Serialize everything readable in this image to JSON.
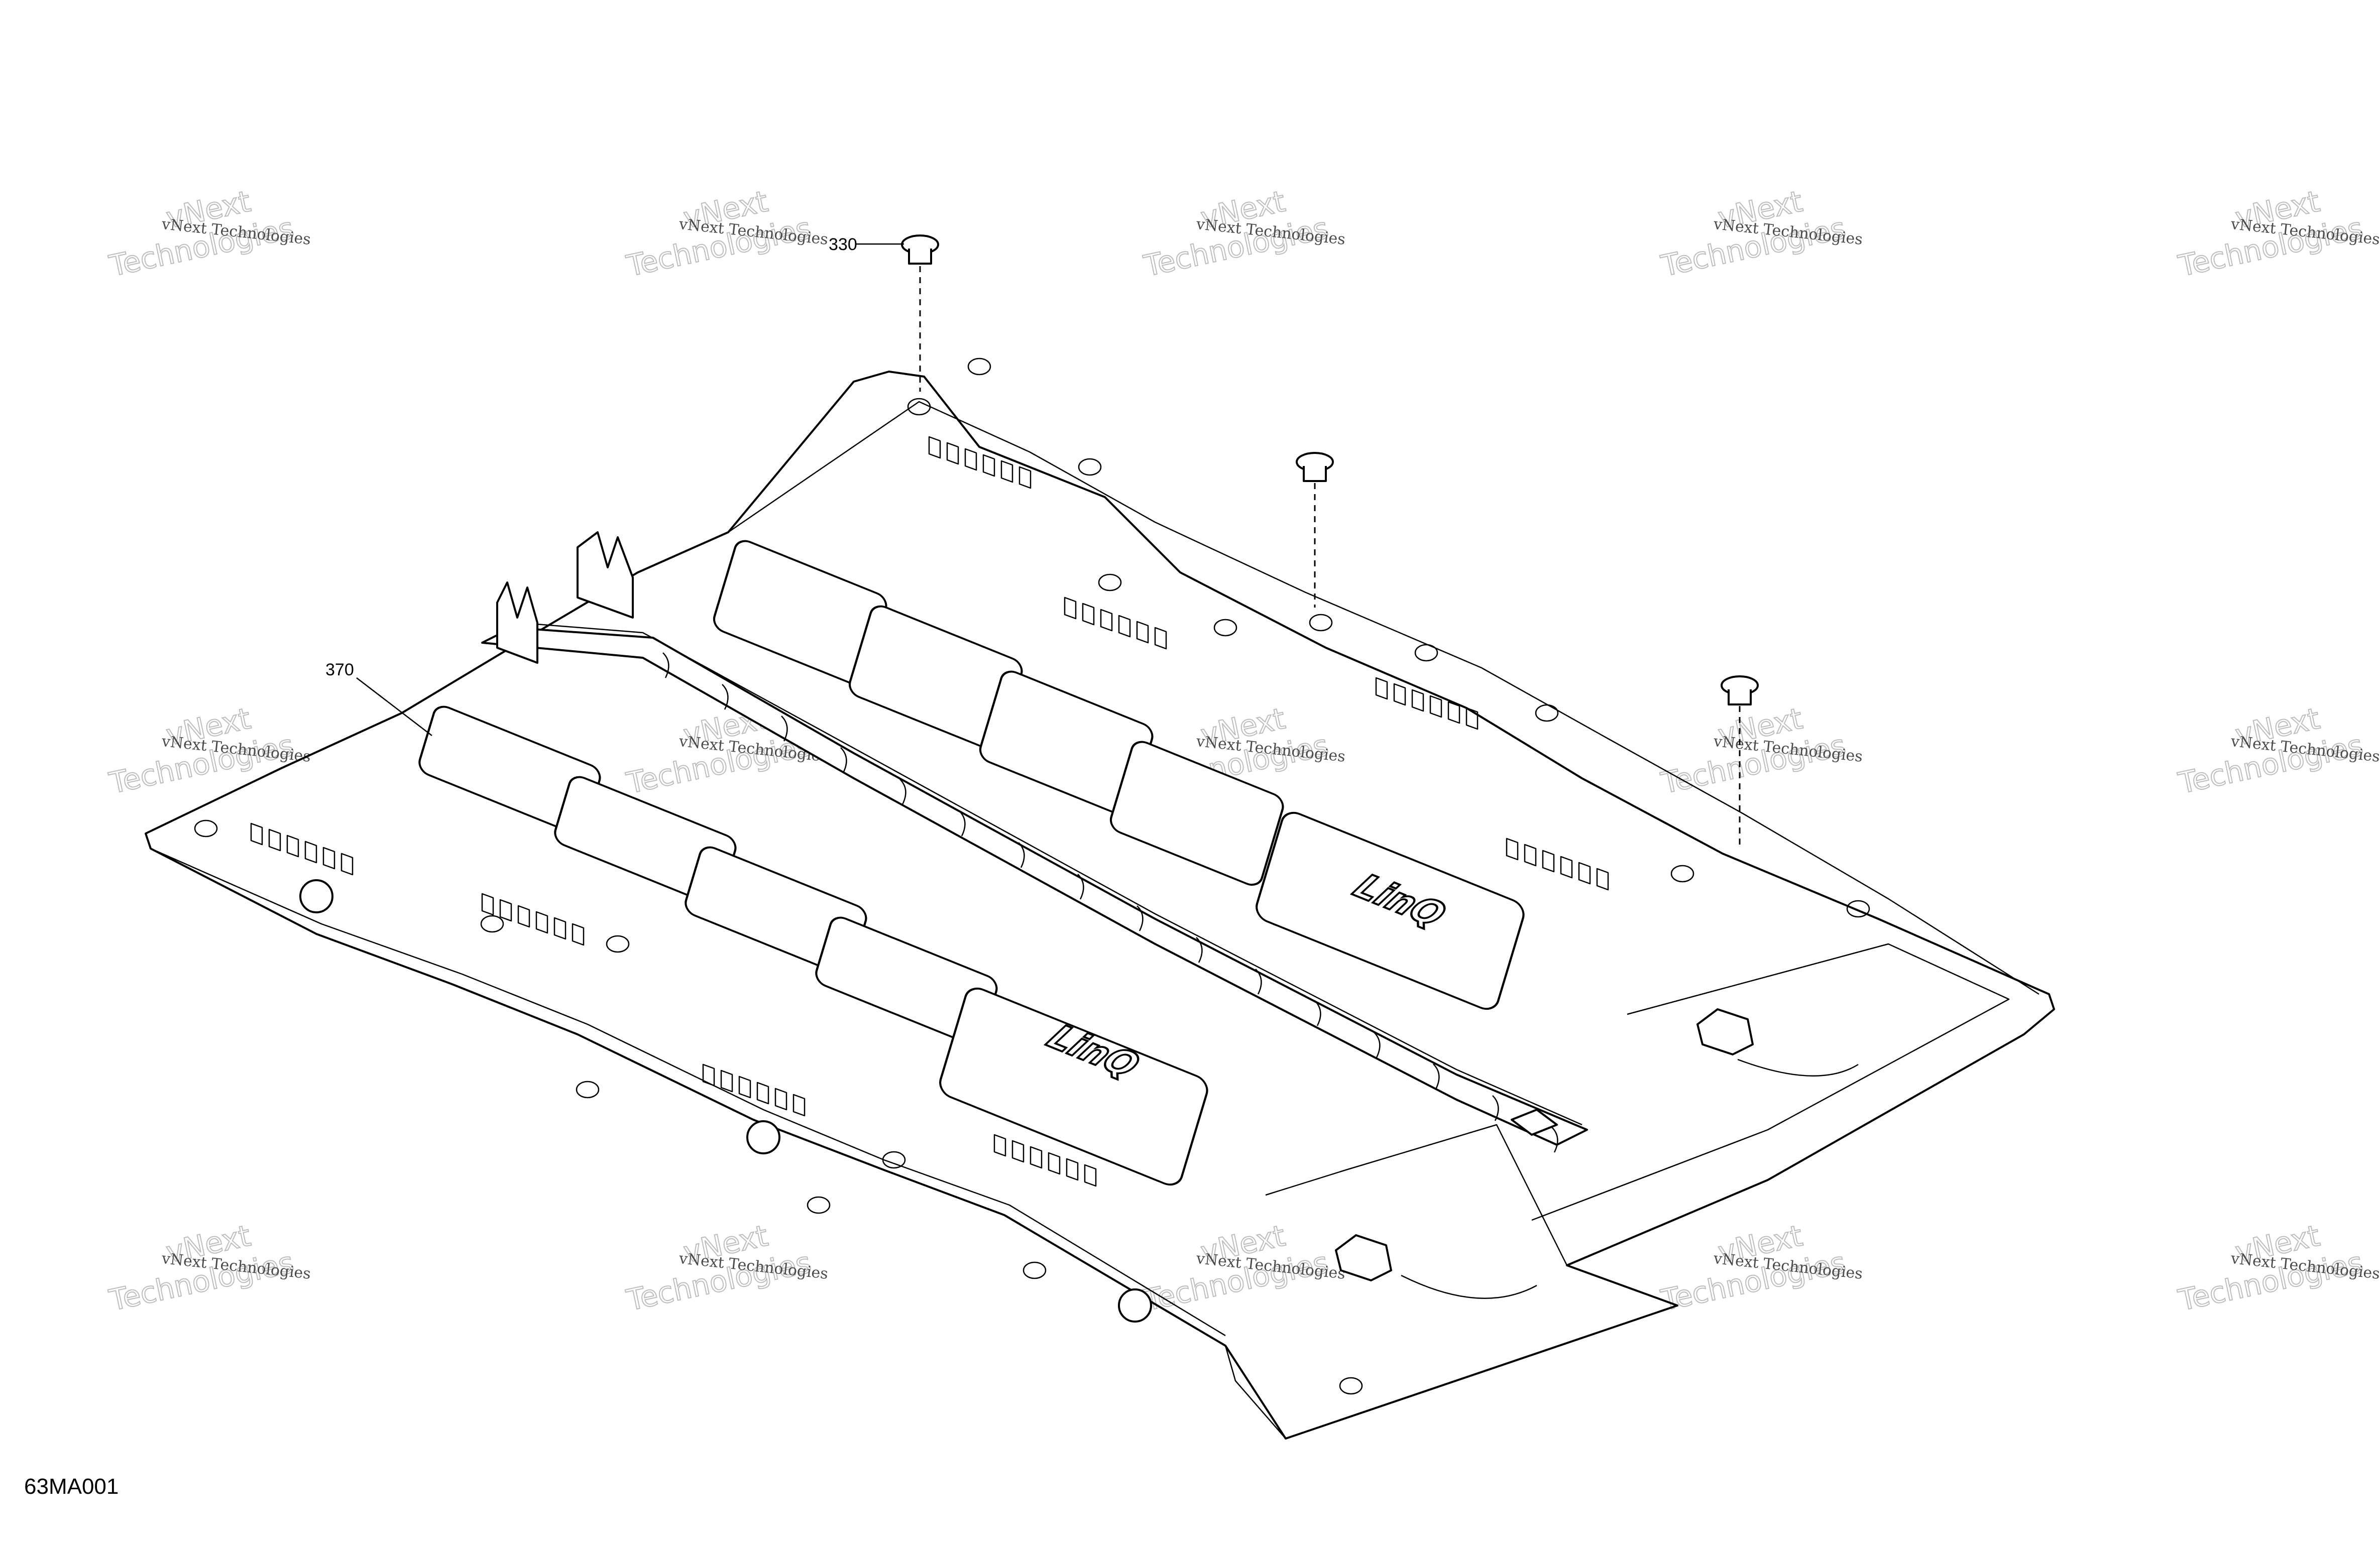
{
  "callouts": {
    "fastener": "330",
    "panel": "370"
  },
  "figure_id": "63MA001",
  "watermark": {
    "line1": "vNext",
    "line2": "Technologies",
    "small": "vNext Technologies"
  },
  "panel_logo": "LinQ",
  "colors": {
    "ink": "#000000",
    "paper": "#ffffff",
    "watermark": "#bdbdbd"
  }
}
